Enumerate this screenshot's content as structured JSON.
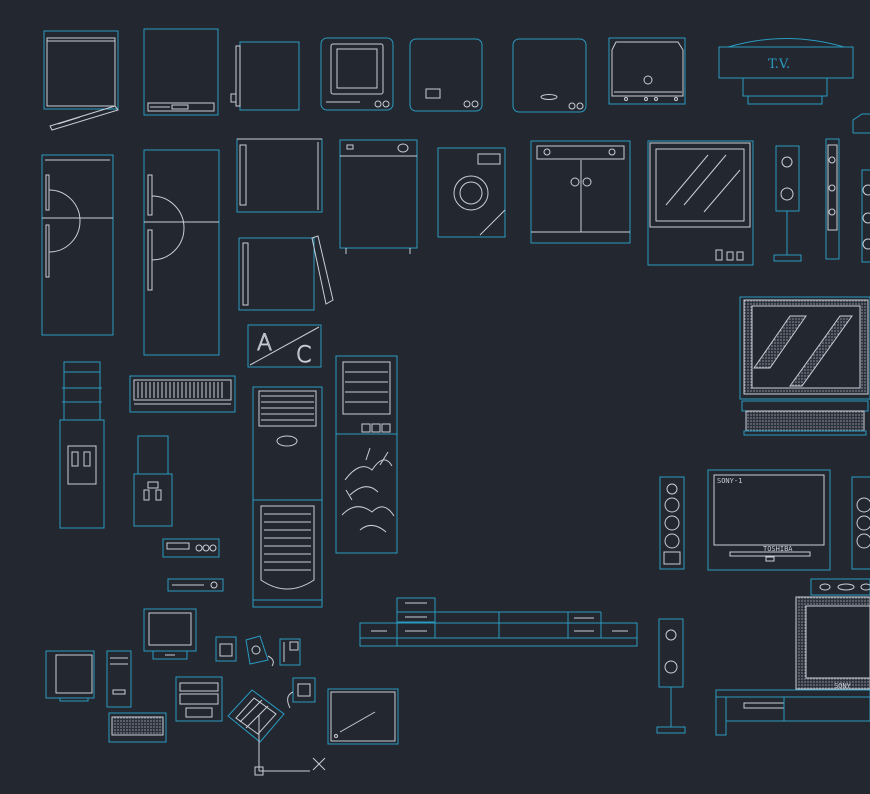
{
  "labels": {
    "tv_sign": "T.V.",
    "ac_sign_a": "A",
    "ac_sign_c": "C",
    "toshiba": "TOSHIBA",
    "sony": "SONY",
    "brand_small": "SONY-1"
  },
  "colors": {
    "background": "#222730",
    "cad_blue": "#2a9bc0",
    "cad_white": "#c9ced6"
  },
  "icons": {
    "ucs_icon": "ucs-axis-icon",
    "cursor": "x-cross-icon"
  }
}
